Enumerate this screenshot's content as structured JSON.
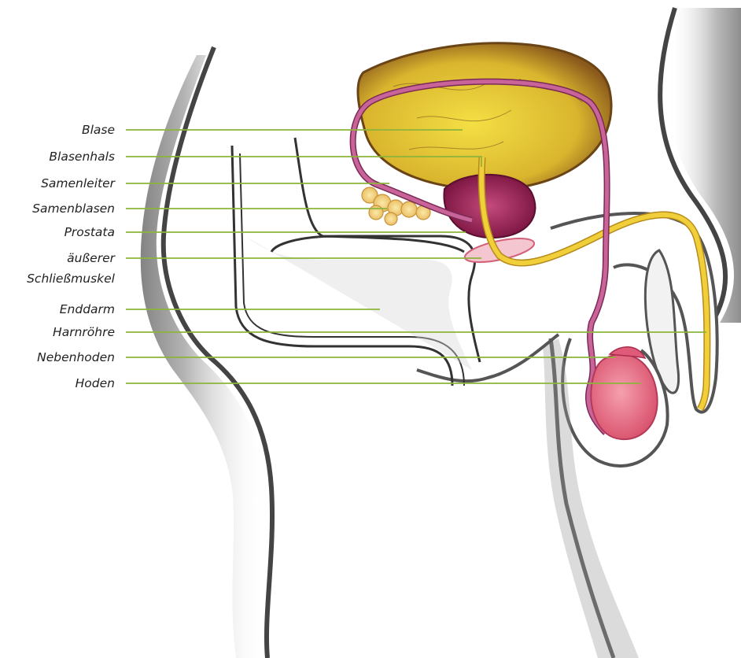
{
  "labels": {
    "blase": "Blase",
    "blasenhals": "Blasenhals",
    "samenleiter": "Samenleiter",
    "samenblasen": "Samenblasen",
    "prostata": "Prostata",
    "sphincter_line1": "äußerer",
    "sphincter_line2": "Schließmuskel",
    "enddarm": "Enddarm",
    "harnroehre": "Harnröhre",
    "nebenhoden": "Nebenhoden",
    "hoden": "Hoden"
  },
  "colors": {
    "leader_line": "#8cb43c",
    "bladder": "#e2c63a",
    "prostate": "#a3285e",
    "seminal_vesicles": "#f3d27c",
    "urethra": "#e8c53a",
    "vas_deferens": "#b84a86",
    "testis": "#e86f86",
    "body_outline": "#3a3a3a"
  }
}
